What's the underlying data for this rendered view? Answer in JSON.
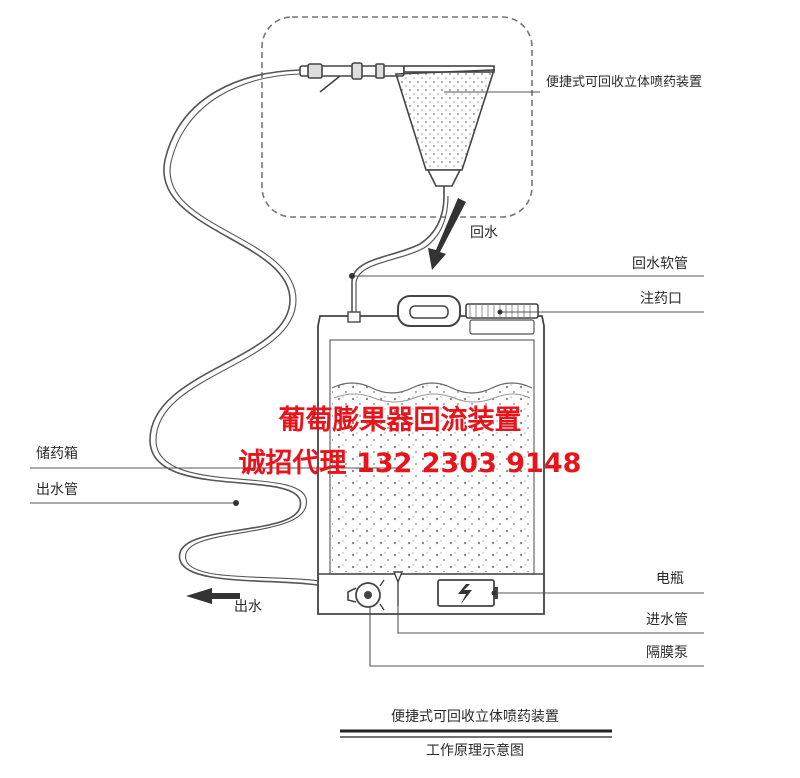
{
  "labels": {
    "device": "便捷式可回收立体喷药装置",
    "return_arrow": "回水",
    "return_hose": "回水软管",
    "fill_port": "注药口",
    "tank": "储药箱",
    "outlet_hose": "出水管",
    "outlet_arrow": "出水",
    "battery": "电瓶",
    "inlet_pipe": "进水管",
    "pump": "隔膜泵"
  },
  "overlay": {
    "line1": "葡萄膨果器回流装置",
    "line2": "诚招代理 132 2303 9148",
    "color": "#e8141c"
  },
  "caption": {
    "title": "便捷式可回收立体喷药装置",
    "subtitle": "工作原理示意图"
  },
  "colors": {
    "line": "#555555",
    "liquid_dots": "#8a8a8a",
    "arrow": "#333333"
  }
}
